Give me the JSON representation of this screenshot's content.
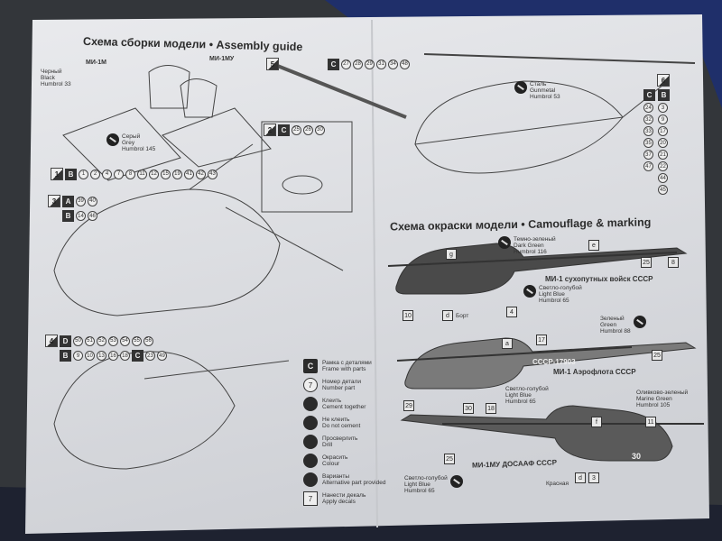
{
  "assembly": {
    "title": "Схема сборки модели • Assembly guide",
    "variant_left": "МИ-1М",
    "variant_right": "МИ-1МУ",
    "paint_black": [
      "Черный",
      "Black",
      "Humbrol 33"
    ],
    "paint_grey": [
      "Серый",
      "Grey",
      "Humbrol 145"
    ],
    "paint_gunmetal": [
      "Сталь",
      "Gunmetal",
      "Humbrol 53"
    ],
    "steps": [
      {
        "num": "1",
        "groups": [
          {
            "frame": "B",
            "parts": [
              "1",
              "2",
              "4",
              "7",
              "8",
              "11",
              "12",
              "15",
              "19",
              "41",
              "42",
              "43"
            ]
          }
        ]
      },
      {
        "num": "2",
        "groups": [
          {
            "frame": "C",
            "parts": [
              "25",
              "26",
              "30"
            ]
          }
        ]
      },
      {
        "num": "3",
        "groups": [
          {
            "frame": "A",
            "parts": [
              "39",
              "40"
            ]
          },
          {
            "frame": "B",
            "parts": [
              "14",
              "46"
            ]
          }
        ]
      },
      {
        "num": "4",
        "groups": [
          {
            "frame": "D",
            "parts": [
              "50",
              "51",
              "52",
              "53",
              "54",
              "55",
              "56"
            ]
          },
          {
            "frame": "B",
            "parts": [
              "9",
              "10",
              "13",
              "16",
              "18"
            ]
          },
          {
            "frame": "C",
            "parts": [
              "23",
              "49"
            ]
          }
        ]
      },
      {
        "num": "5",
        "groups": [
          {
            "frame": "C",
            "parts": [
              "27",
              "28",
              "29",
              "31",
              "34",
              "48"
            ]
          }
        ]
      },
      {
        "num": "6",
        "groups": [
          {
            "frame": "C",
            "parts": [
              "24",
              "32",
              "33",
              "35",
              "37",
              "47"
            ]
          },
          {
            "frame": "B",
            "parts": [
              "3",
              "9",
              "17",
              "20",
              "21",
              "22",
              "44",
              "45"
            ]
          }
        ]
      }
    ]
  },
  "legend": [
    {
      "icon": "frame-icon",
      "glyph": "C",
      "ru": "Рамка с деталями",
      "en": "Frame with parts"
    },
    {
      "icon": "part-number-icon",
      "glyph": "7",
      "ru": "Номер детали",
      "en": "Number part"
    },
    {
      "icon": "cement-icon",
      "glyph": "",
      "ru": "Клеить",
      "en": "Cement together"
    },
    {
      "icon": "no-cement-icon",
      "glyph": "",
      "ru": "Не клеить",
      "en": "Do not cement"
    },
    {
      "icon": "drill-icon",
      "glyph": "",
      "ru": "Просверлить",
      "en": "Drill"
    },
    {
      "icon": "colour-icon",
      "glyph": "",
      "ru": "Окрасить",
      "en": "Colour"
    },
    {
      "icon": "alternative-icon",
      "glyph": "",
      "ru": "Варианты",
      "en": "Alternative part provided"
    },
    {
      "icon": "decal-icon",
      "glyph": "7",
      "ru": "Нанести декаль",
      "en": "Apply decals"
    }
  ],
  "camouflage": {
    "title": "Схема окраски модели • Camouflage & marking",
    "schemes": [
      {
        "caption": "МИ-1 сухопутных войск СССР",
        "colors": [
          [
            "Темно-зеленый",
            "Dark Green",
            "Humbrol 116"
          ],
          [
            "Светло-голубой",
            "Light Blue",
            "Humbrol 65"
          ]
        ],
        "decals": [
          "g",
          "e",
          "25",
          "8",
          "10",
          "d",
          "4"
        ],
        "note": "Борт"
      },
      {
        "caption": "МИ-1 Аэрофлота СССР",
        "registration": "СССР-17903",
        "colors": [
          [
            "Зеленый",
            "Green",
            "Humbrol 88"
          ],
          [
            "Светло-голубой",
            "Light Blue",
            "Humbrol 65"
          ]
        ],
        "decals": [
          "a",
          "17",
          "25",
          "29",
          "30",
          "18"
        ]
      },
      {
        "caption": "МИ-1МУ ДОСААФ СССР",
        "fuselage_number": "30",
        "colors": [
          [
            "Оливково-зеленый",
            "Marine Green",
            "Humbrol 105"
          ],
          [
            "Светло-голубой",
            "Light Blue",
            "Humbrol 65"
          ]
        ],
        "decals": [
          "f",
          "11",
          "25",
          "d",
          "3"
        ],
        "note": "Красная"
      }
    ]
  }
}
